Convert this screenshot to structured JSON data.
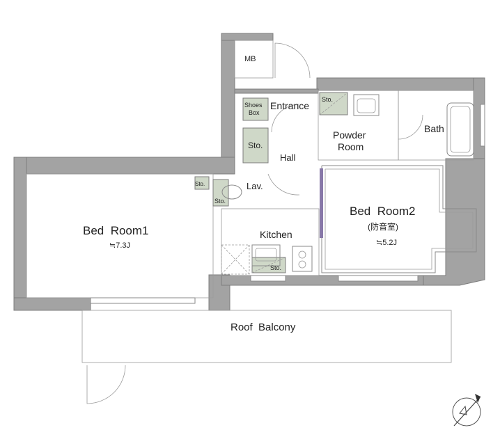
{
  "rooms": {
    "mb": "MB",
    "shoes_box_line1": "Shoes",
    "shoes_box_line2": "Box",
    "entrance": "Entrance",
    "sto_entrance": "Sto.",
    "sto_hall": "Sto.",
    "powder_room_line1": "Powder",
    "powder_room_line2": "Room",
    "bath": "Bath",
    "hall": "Hall",
    "sto_lav_1": "Sto.",
    "sto_lav_2": "Sto.",
    "lav": "Lav.",
    "bedroom1": "Bed  Room1",
    "bedroom1_size": "≒7.3J",
    "kitchen": "Kitchen",
    "sto_kitchen": "Sto.",
    "bedroom2": "Bed  Room2",
    "bedroom2_note": "(防音室)",
    "bedroom2_size": "≒5.2J",
    "roof_balcony": "Roof  Balcony"
  },
  "colors": {
    "wall": "#a3a3a3",
    "storage": "#cfd8c8",
    "soundproof_edge": "#8878a8"
  },
  "icons": {
    "compass": "north-arrow-icon"
  }
}
